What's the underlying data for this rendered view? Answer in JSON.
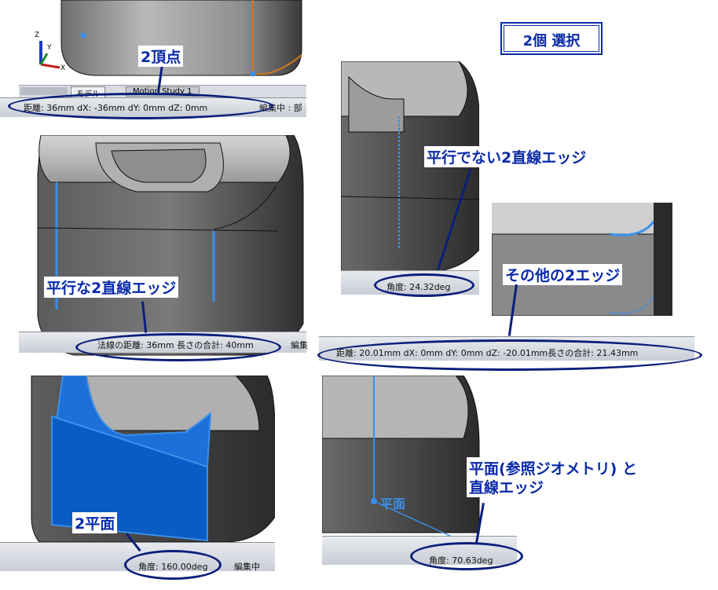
{
  "header": {
    "title": "2個 選択"
  },
  "panel_vertices": {
    "tabs": [
      "モデル",
      "Motion Study 1"
    ],
    "status": "距離: 36mm   dX: -36mm  dY: 0mm  dZ: 0mm",
    "status_right": "編集中 : 部",
    "callout": "2頂点",
    "axes": {
      "x": "X",
      "y": "Y",
      "z": "Z"
    }
  },
  "panel_parallel": {
    "callout": "平行な2直線エッジ",
    "status": "法線の距離: 36mm 長さの合計: 40mm",
    "status_right": "編集"
  },
  "panel_nonparallel": {
    "callout": "平行でない2直線エッジ",
    "status": "角度: 24.32deg"
  },
  "panel_other": {
    "callout": "その他の2エッジ",
    "status": "距離: 20.01mm   dX: 0mm  dY: 0mm  dZ: -20.01mm長さの合計: 21.43mm"
  },
  "panel_faces": {
    "callout": "2平面",
    "status": "角度: 160.00deg",
    "status_right": "編集中"
  },
  "panel_plane_edge": {
    "callout_line1": "平面(参照ジオメトリ) と",
    "callout_line2": "直線エッジ",
    "plane_label": "平面",
    "status": "角度: 70.63deg"
  },
  "colors": {
    "accent": "#0a1f7a",
    "callout": "#0a2aa8",
    "selection": "#3a8fe8",
    "face_selected": "#0a5cc4"
  }
}
